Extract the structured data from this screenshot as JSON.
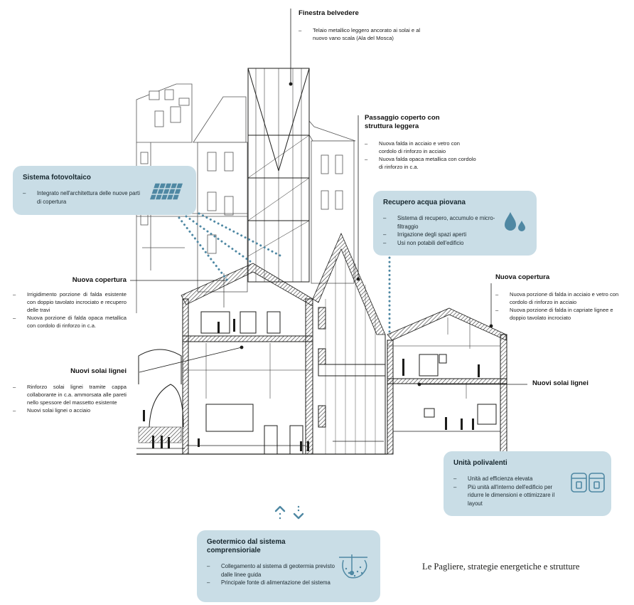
{
  "annotations": {
    "finestra": {
      "title": "Finestra belvedere",
      "items": [
        "Telaio metallico leggero ancorato ai solai e al nuovo vano scala (Ala del Mosca)"
      ]
    },
    "passaggio": {
      "title": "Passaggio coperto con struttura leggera",
      "items": [
        "Nuova falda in acciaio e vetro con cordolo di rinforzo in acciaio",
        "Nuova falda opaca metallica con cordolo di rinforzo in c.a."
      ]
    },
    "copertura_left": {
      "title": "Nuova copertura",
      "items": [
        "Irrigidimento porzione di falda esistente con doppio tavolato incrociato e recupero delle travi",
        "Nuova porzione di falda opaca metallica con cordolo di rinforzo in c.a."
      ]
    },
    "copertura_right": {
      "title": "Nuova copertura",
      "items": [
        "Nuova porzione di falda in acciaio e vetro con cordolo di rinforzo in acciaio",
        "Nuova porzione di falda in capriate lignee e doppio tavolato incrociato"
      ]
    },
    "solai_left": {
      "title": "Nuovi solai lignei",
      "items": [
        "Rinforzo solai lignei tramite cappa collaborante in c.a. ammorsata alle pareti nello spessore del massetto esistente",
        "Nuovi solai lignei o acciaio"
      ]
    },
    "solai_right": {
      "title": "Nuovi solai lignei"
    }
  },
  "cards": {
    "fotovoltaico": {
      "title": "Sistema fotovoltaico",
      "items": [
        "Integrato nell'architettura delle nuove parti di copertura"
      ],
      "icon": "solar-panel-icon"
    },
    "acqua": {
      "title": "Recupero acqua piovana",
      "items": [
        "Sistema di recupero, accumulo e micro-filtraggio",
        "Irrigazione degli spazi aperti",
        "Usi non potabili dell'edificio"
      ],
      "icon": "water-drops-icon"
    },
    "unita": {
      "title": "Unità polivalenti",
      "items": [
        "Unità ad efficienza elevata",
        "Più unità all'interno dell'edificio per ridurre le dimensioni e ottimizzare il layout"
      ],
      "icon": "hvac-units-icon"
    },
    "geotermico": {
      "title": "Geotermico dal sistema comprensioriale",
      "items": [
        "Collegamento al sistema di geotermia previsto dalle linee guida",
        "Principale fonte di alimentazione del sistema"
      ],
      "icon": "geothermal-probe-icon"
    }
  },
  "caption": "Le Pagliere, strategie energetiche e strutture",
  "colors": {
    "card_bg": "#c9dde6",
    "accent": "#4f88a3",
    "line": "#1d1d1b",
    "structure": "#6b6b6b"
  }
}
